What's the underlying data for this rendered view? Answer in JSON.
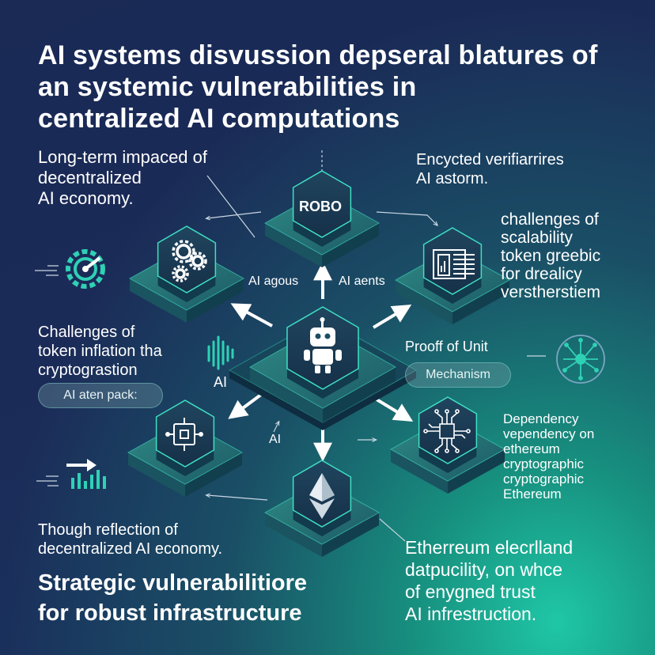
{
  "title": "AI systems disvussion depseral blatures of\nan systemic vulnerabilities in\ncentralized AI computations",
  "top_left_text": "Long-term impaced of\ndecentralized\nAI economy.",
  "top_right_text": "Encycted verifiarrires\nAI astorm.",
  "right_mid_text": "challenges of\nscalability\ntoken greebic\nfor drealicy\nverstherstiem",
  "left_mid_text": "Challenges of\ntoken inflation tha\ncryptograstion",
  "left_pill": "AI aten pack:",
  "center_label_left": "AI agous",
  "center_label_right": "AI aents",
  "robo_label": "ROBO",
  "ai_label_left": "AI",
  "ai_label_small": "AI",
  "proof_label": "Prooff of Unit",
  "mechanism_pill": "Mechanism",
  "dependency_text": "Dependency\nvependency on\nethereum\ncryptographic\ncryptographic\nEthereum",
  "bottom_left_text": "Though reflection of\ndecentralized AI economy.",
  "bottom_right_text": "Etherreum elecrlland\ndatpucility, on whce\nof  enygned  trust\nAI infrestruction.",
  "bottom_title": "Strategic vulnerabilitiore\nfor robust infrastructure",
  "colors": {
    "bg_dark": "#1a2a55",
    "accent": "#2fd1b5",
    "tile": "#1f5a66",
    "tile_top": "#2b7a7c"
  },
  "icons": [
    "robot-icon",
    "gears-icon",
    "document-chart-icon",
    "circuit-chip-icon",
    "ethereum-icon",
    "gear-speed-icon",
    "audio-wave-icon",
    "bar-chart-arrow-icon",
    "circuit-network-icon"
  ]
}
